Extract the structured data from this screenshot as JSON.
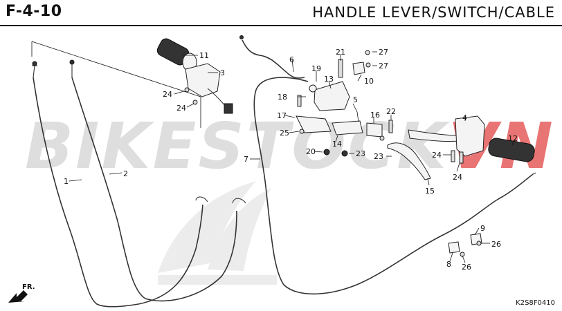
{
  "header": {
    "code": "F-4-10",
    "title": "HANDLE LEVER/SWITCH/CABLE"
  },
  "watermark": {
    "text_gray": "BIKESTOCK",
    "text_red": "VN"
  },
  "ref_code": "K2S8F0410",
  "direction_label": "FR.",
  "callouts": {
    "c1": "1",
    "c2": "2",
    "c3": "3",
    "c4": "4",
    "c5": "5",
    "c6": "6",
    "c7": "7",
    "c8": "8",
    "c9": "9",
    "c10": "10",
    "c11": "11",
    "c12": "12",
    "c13": "13",
    "c14": "14",
    "c15": "15",
    "c16": "16",
    "c17": "17",
    "c18": "18",
    "c19": "19",
    "c20": "20",
    "c21": "21",
    "c22": "22",
    "c23a": "23",
    "c23b": "23",
    "c24a": "24",
    "c24b": "24",
    "c24c": "24",
    "c24d": "24",
    "c25": "25",
    "c26a": "26",
    "c26b": "26",
    "c27a": "27",
    "c27b": "27"
  }
}
